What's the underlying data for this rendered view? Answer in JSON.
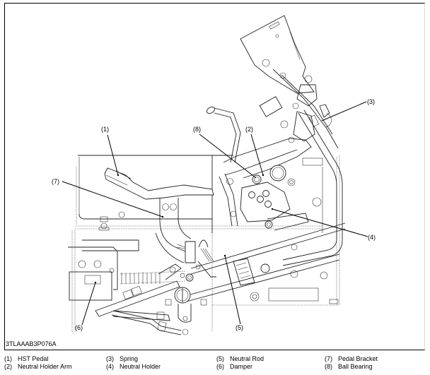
{
  "figure": {
    "code": "3TLAAAB3P076A",
    "callouts": [
      {
        "num": "(1)"
      },
      {
        "num": "(2)"
      },
      {
        "num": "(3)"
      },
      {
        "num": "(4)"
      },
      {
        "num": "(5)"
      },
      {
        "num": "(6)"
      },
      {
        "num": "(7)"
      },
      {
        "num": "(8)"
      }
    ]
  },
  "legend": [
    {
      "num": "(1)",
      "label": "HST Pedal"
    },
    {
      "num": "(2)",
      "label": "Neutral Holder Arm"
    },
    {
      "num": "(3)",
      "label": "Spring"
    },
    {
      "num": "(4)",
      "label": "Neutral Holder"
    },
    {
      "num": "(5)",
      "label": "Neutral Rod"
    },
    {
      "num": "(6)",
      "label": "Damper"
    },
    {
      "num": "(7)",
      "label": "Pedal Bracket"
    },
    {
      "num": "(8)",
      "label": "Ball Bearing"
    }
  ]
}
